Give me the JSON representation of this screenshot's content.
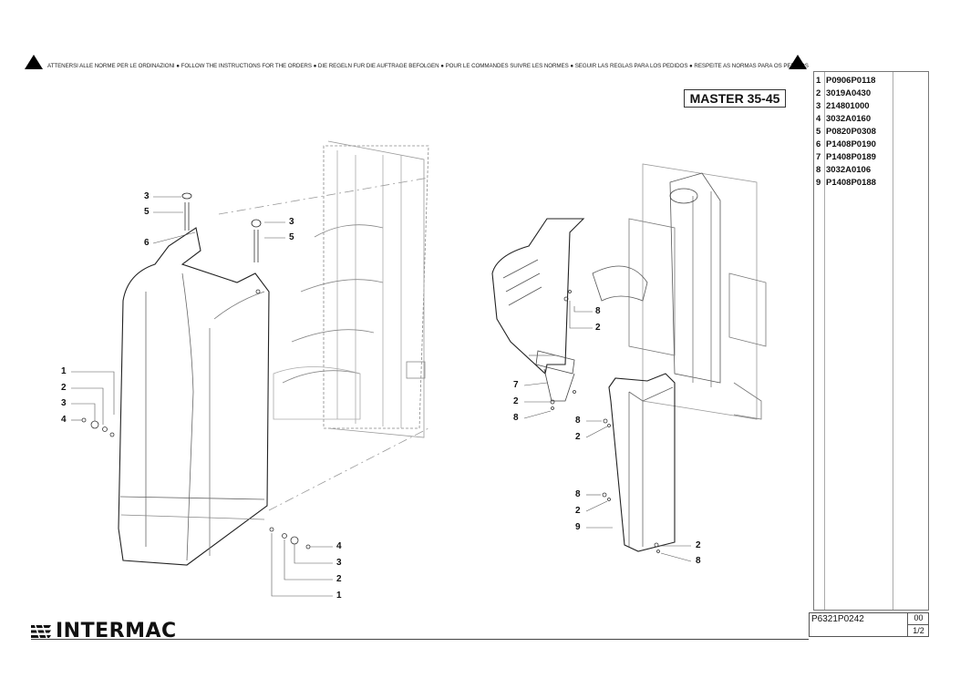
{
  "header": {
    "warning_text": "ATTENERSI ALLE NORME PER LE ORDINAZIONI ● FOLLOW THE INSTRUCTIONS FOR THE ORDERS ● DIE REGELN FUR DIE AUFTRAGE BEFOLGEN ● POUR LE COMMANDES SUIVRE LES NORMES ● SEGUIR LAS REGLAS PARA LOS PEDIDOS ● RESPEITE AS NORMAS PARA OS PEDIDOS"
  },
  "model": "MASTER 35-45",
  "parts": [
    {
      "n": "1",
      "code": "P0906P0118"
    },
    {
      "n": "2",
      "code": "3019A0430"
    },
    {
      "n": "3",
      "code": "214801000"
    },
    {
      "n": "4",
      "code": "3032A0160"
    },
    {
      "n": "5",
      "code": "P0820P0308"
    },
    {
      "n": "6",
      "code": "P1408P0190"
    },
    {
      "n": "7",
      "code": "P1408P0189"
    },
    {
      "n": "8",
      "code": "3032A0106"
    },
    {
      "n": "9",
      "code": "P1408P0188"
    }
  ],
  "callouts_left": [
    "3",
    "5",
    "3",
    "5",
    "6",
    "1",
    "2",
    "3",
    "4",
    "4",
    "3",
    "2",
    "1"
  ],
  "callouts_right": [
    "8",
    "2",
    "7",
    "2",
    "8",
    "8",
    "2",
    "8",
    "2",
    "9",
    "2",
    "8"
  ],
  "footer": {
    "brand": "INTERMAC",
    "doc_code": "P6321P0242",
    "revision": "00",
    "page": "1/2"
  }
}
